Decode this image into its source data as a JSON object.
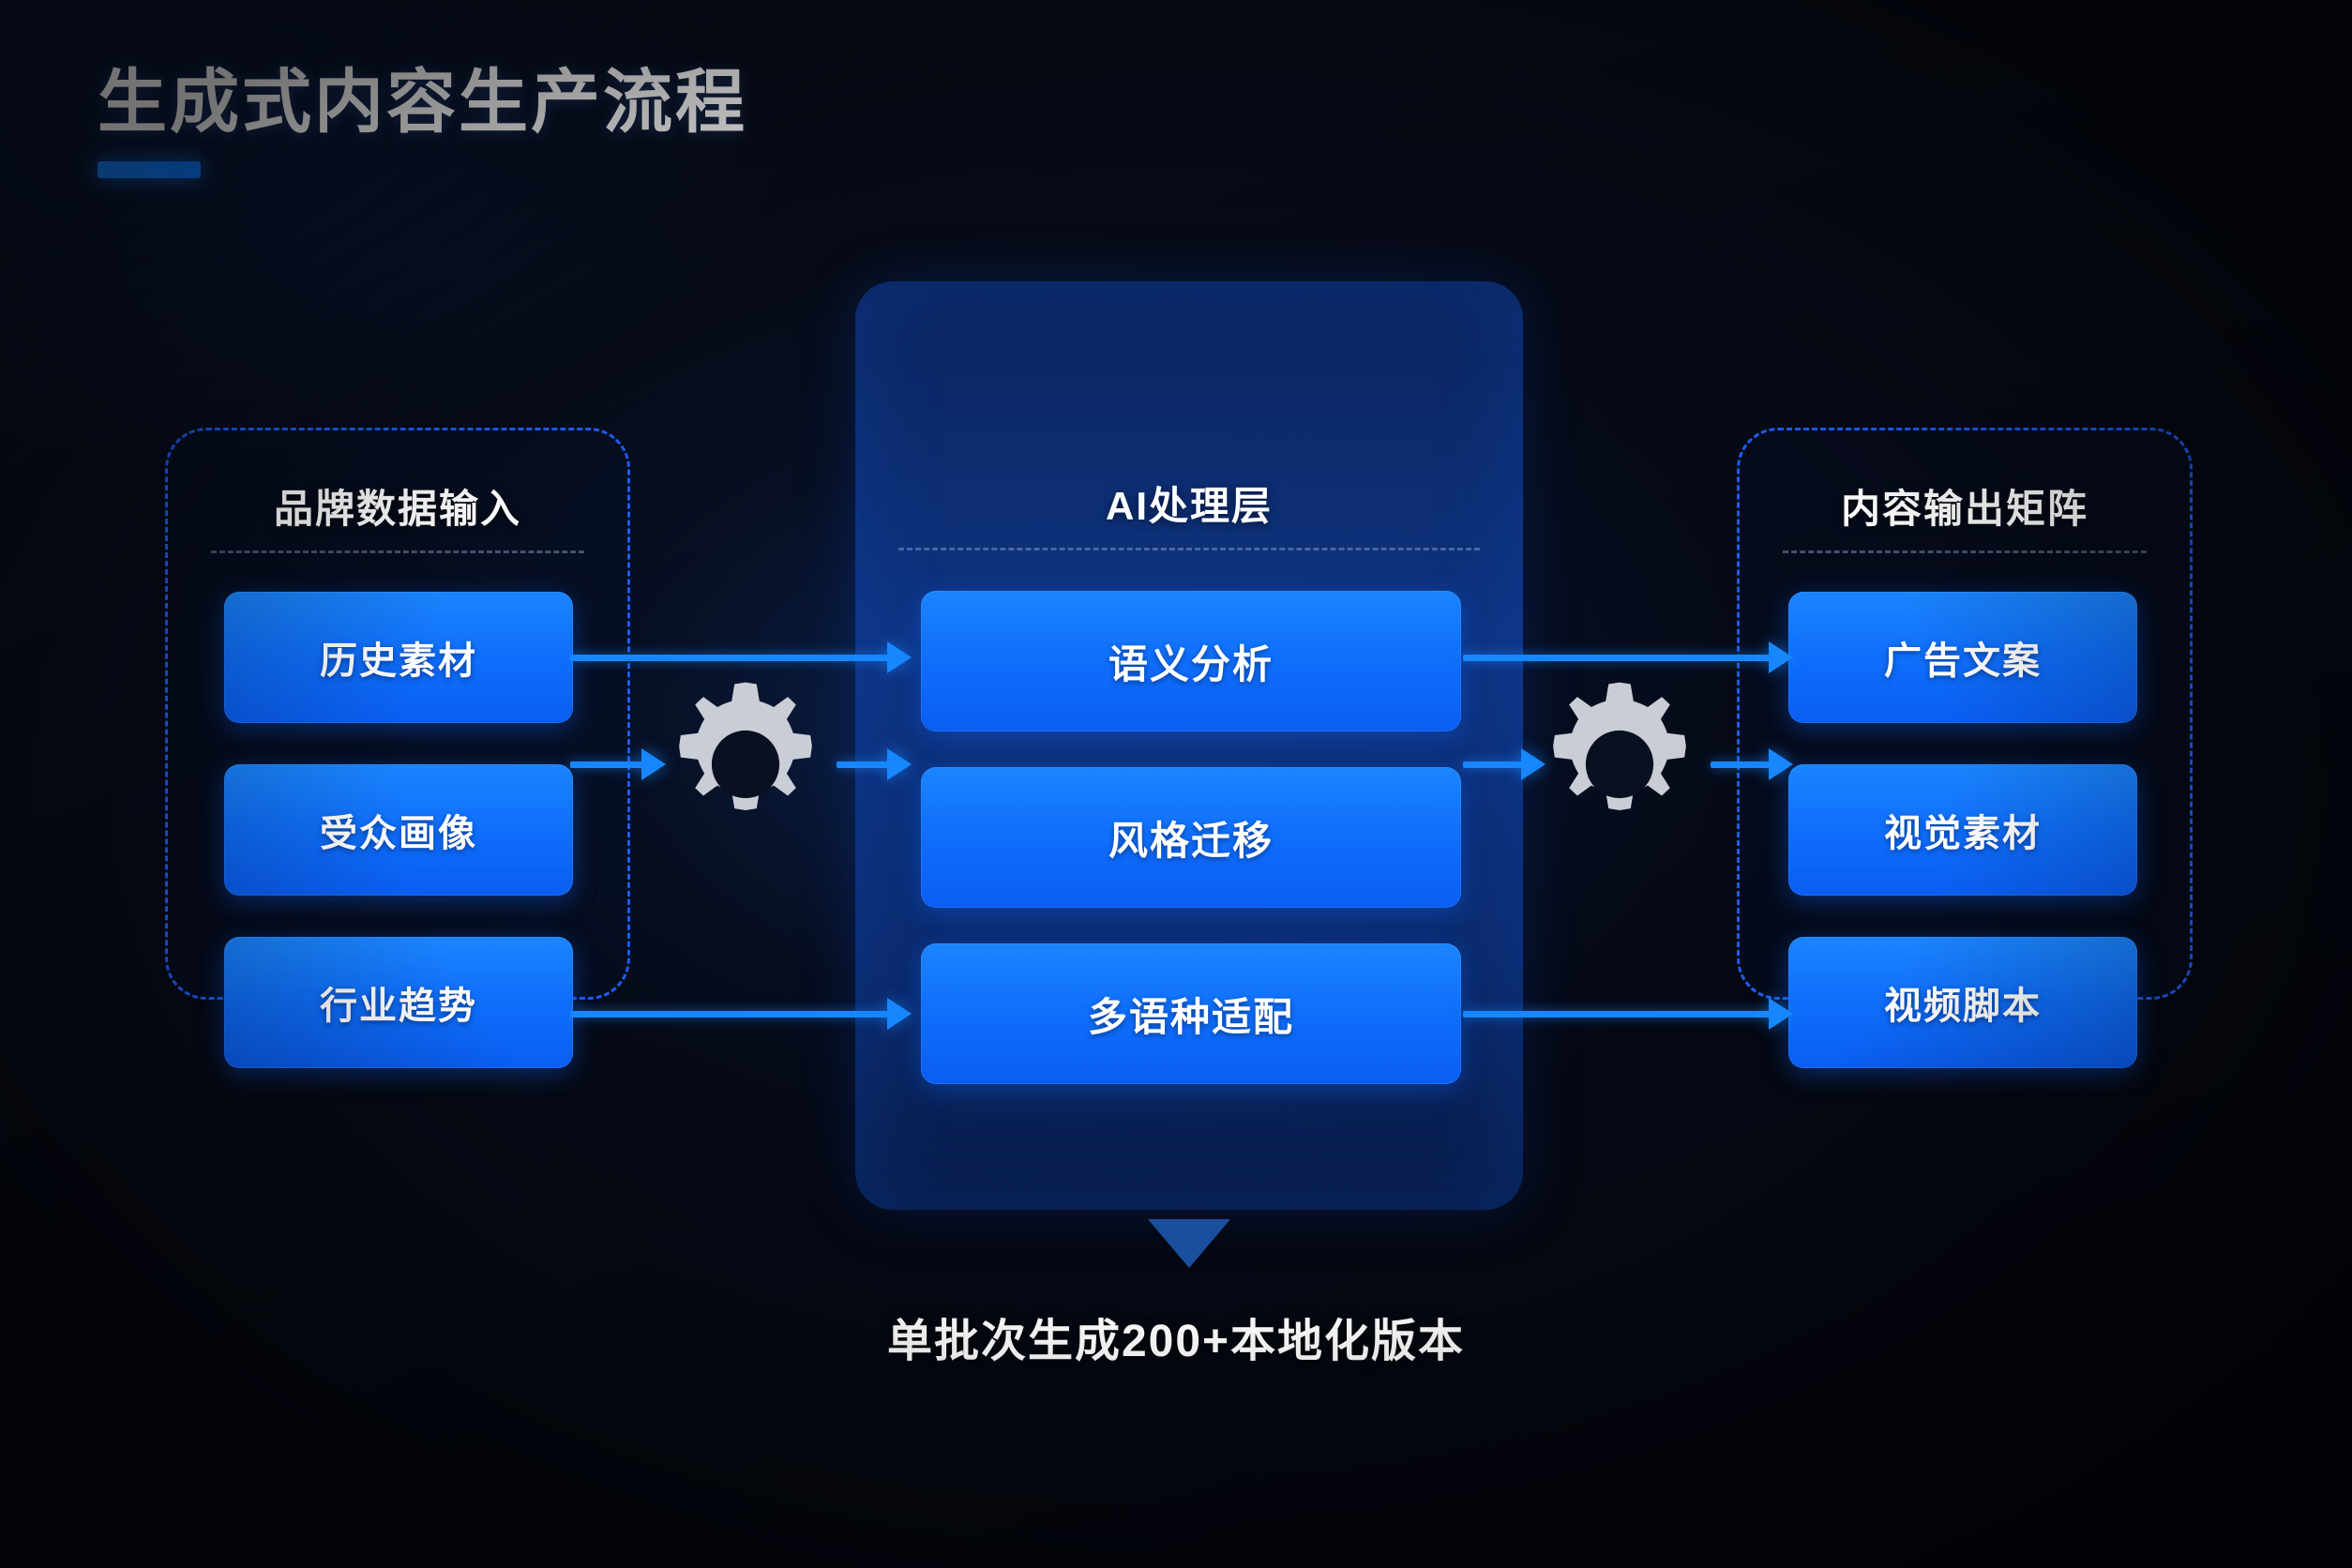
{
  "header": {
    "title": "生成式内容生产流程",
    "accent_color": "#1683ff"
  },
  "flow": {
    "input_column": {
      "title": "品牌数据输入",
      "nodes": [
        "历史素材",
        "受众画像",
        "行业趋势"
      ]
    },
    "process_column": {
      "title": "AI处理层",
      "nodes": [
        "语义分析",
        "风格迁移",
        "多语种适配"
      ]
    },
    "output_column": {
      "title": "内容输出矩阵",
      "nodes": [
        "广告文案",
        "视觉素材",
        "视频脚本"
      ]
    },
    "gears": [
      "gear-icon",
      "gear-icon"
    ],
    "node_color": "#0f6ffb",
    "connector_color": "#1787ff",
    "dashed_border_color": "#1d5cf0"
  },
  "footer": {
    "note": "单批次生成200+本地化版本"
  }
}
